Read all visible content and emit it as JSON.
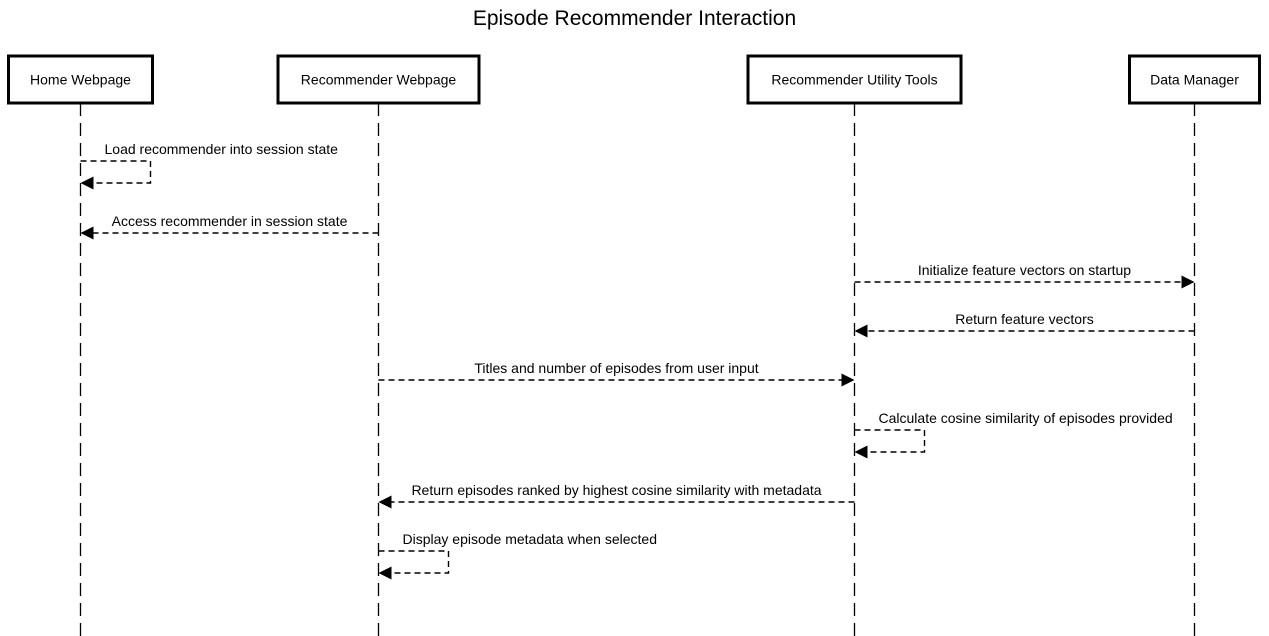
{
  "diagram": {
    "type": "sequence",
    "title": "Episode Recommender Interaction",
    "participants": [
      {
        "id": "home",
        "label": "Home Webpage"
      },
      {
        "id": "recweb",
        "label": "Recommender Webpage"
      },
      {
        "id": "tools",
        "label": "Recommender Utility Tools"
      },
      {
        "id": "data",
        "label": "Data Manager"
      }
    ],
    "messages": [
      {
        "from": "home",
        "to": "home",
        "label": "Load recommender into session state"
      },
      {
        "from": "recweb",
        "to": "home",
        "label": "Access recommender in session state"
      },
      {
        "from": "tools",
        "to": "data",
        "label": "Initialize feature vectors on startup"
      },
      {
        "from": "data",
        "to": "tools",
        "label": "Return feature vectors"
      },
      {
        "from": "recweb",
        "to": "tools",
        "label": "Titles and number of episodes from user input"
      },
      {
        "from": "tools",
        "to": "tools",
        "label": "Calculate cosine similarity of episodes provided"
      },
      {
        "from": "tools",
        "to": "recweb",
        "label": "Return episodes ranked by highest cosine similarity with metadata"
      },
      {
        "from": "recweb",
        "to": "recweb",
        "label": "Display episode metadata when selected"
      }
    ]
  }
}
